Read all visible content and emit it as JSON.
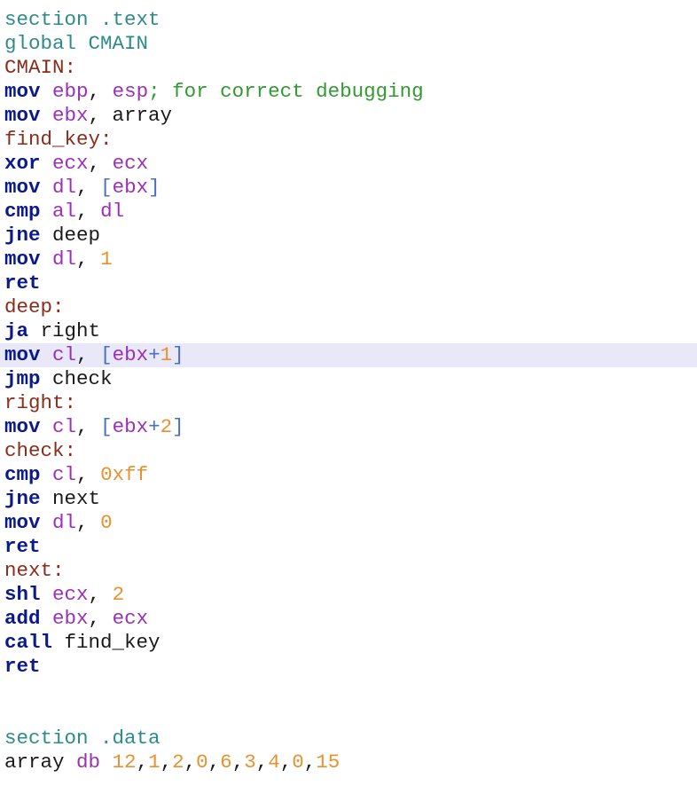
{
  "editor": {
    "current_line_index": 14,
    "colors": {
      "background": "#ffffff",
      "current_line": "#e8e8f8",
      "directive": "#2e8b8b",
      "label": "#8b2b1a",
      "keyword": "#0a1a8c",
      "register": "#9b30b8",
      "memory": "#4a6fc6",
      "number": "#e8912e",
      "comment": "#2f9a2f",
      "plain": "#1a1a1a"
    },
    "lines": [
      [
        {
          "t": "section .text",
          "c": "directive"
        }
      ],
      [
        {
          "t": "global CMAIN",
          "c": "directive"
        }
      ],
      [
        {
          "t": "CMAIN:",
          "c": "label"
        }
      ],
      [
        {
          "t": "mov",
          "c": "keyword"
        },
        {
          "t": " ",
          "c": "plain"
        },
        {
          "t": "ebp",
          "c": "register"
        },
        {
          "t": ", ",
          "c": "plain"
        },
        {
          "t": "esp",
          "c": "register"
        },
        {
          "t": "; for correct debugging",
          "c": "comment"
        }
      ],
      [
        {
          "t": "mov",
          "c": "keyword"
        },
        {
          "t": " ",
          "c": "plain"
        },
        {
          "t": "ebx",
          "c": "register"
        },
        {
          "t": ", array",
          "c": "plain"
        }
      ],
      [
        {
          "t": "find_key:",
          "c": "label"
        }
      ],
      [
        {
          "t": "xor",
          "c": "keyword"
        },
        {
          "t": " ",
          "c": "plain"
        },
        {
          "t": "ecx",
          "c": "register"
        },
        {
          "t": ", ",
          "c": "plain"
        },
        {
          "t": "ecx",
          "c": "register"
        }
      ],
      [
        {
          "t": "mov",
          "c": "keyword"
        },
        {
          "t": " ",
          "c": "plain"
        },
        {
          "t": "dl",
          "c": "register"
        },
        {
          "t": ", ",
          "c": "plain"
        },
        {
          "t": "[",
          "c": "memory"
        },
        {
          "t": "ebx",
          "c": "register"
        },
        {
          "t": "]",
          "c": "memory"
        }
      ],
      [
        {
          "t": "cmp",
          "c": "keyword"
        },
        {
          "t": " ",
          "c": "plain"
        },
        {
          "t": "al",
          "c": "register"
        },
        {
          "t": ", ",
          "c": "plain"
        },
        {
          "t": "dl",
          "c": "register"
        }
      ],
      [
        {
          "t": "jne",
          "c": "keyword"
        },
        {
          "t": " deep",
          "c": "plain"
        }
      ],
      [
        {
          "t": "mov",
          "c": "keyword"
        },
        {
          "t": " ",
          "c": "plain"
        },
        {
          "t": "dl",
          "c": "register"
        },
        {
          "t": ", ",
          "c": "plain"
        },
        {
          "t": "1",
          "c": "number"
        }
      ],
      [
        {
          "t": "ret",
          "c": "keyword"
        }
      ],
      [
        {
          "t": "deep:",
          "c": "label"
        }
      ],
      [
        {
          "t": "ja",
          "c": "keyword"
        },
        {
          "t": " right",
          "c": "plain"
        }
      ],
      [
        {
          "t": "mov",
          "c": "keyword"
        },
        {
          "t": " ",
          "c": "plain"
        },
        {
          "t": "cl",
          "c": "register"
        },
        {
          "t": ", ",
          "c": "plain"
        },
        {
          "t": "[",
          "c": "memory"
        },
        {
          "t": "ebx",
          "c": "register"
        },
        {
          "t": "+",
          "c": "memory"
        },
        {
          "t": "1",
          "c": "number"
        },
        {
          "t": "]",
          "c": "memory"
        }
      ],
      [
        {
          "t": "jmp",
          "c": "keyword"
        },
        {
          "t": " check",
          "c": "plain"
        }
      ],
      [
        {
          "t": "right:",
          "c": "label"
        }
      ],
      [
        {
          "t": "mov",
          "c": "keyword"
        },
        {
          "t": " ",
          "c": "plain"
        },
        {
          "t": "cl",
          "c": "register"
        },
        {
          "t": ", ",
          "c": "plain"
        },
        {
          "t": "[",
          "c": "memory"
        },
        {
          "t": "ebx",
          "c": "register"
        },
        {
          "t": "+",
          "c": "memory"
        },
        {
          "t": "2",
          "c": "number"
        },
        {
          "t": "]",
          "c": "memory"
        }
      ],
      [
        {
          "t": "check:",
          "c": "label"
        }
      ],
      [
        {
          "t": "cmp",
          "c": "keyword"
        },
        {
          "t": " ",
          "c": "plain"
        },
        {
          "t": "cl",
          "c": "register"
        },
        {
          "t": ", ",
          "c": "plain"
        },
        {
          "t": "0xff",
          "c": "number"
        }
      ],
      [
        {
          "t": "jne",
          "c": "keyword"
        },
        {
          "t": " next",
          "c": "plain"
        }
      ],
      [
        {
          "t": "mov",
          "c": "keyword"
        },
        {
          "t": " ",
          "c": "plain"
        },
        {
          "t": "dl",
          "c": "register"
        },
        {
          "t": ", ",
          "c": "plain"
        },
        {
          "t": "0",
          "c": "number"
        }
      ],
      [
        {
          "t": "ret",
          "c": "keyword"
        }
      ],
      [
        {
          "t": "next:",
          "c": "label"
        }
      ],
      [
        {
          "t": "shl",
          "c": "keyword"
        },
        {
          "t": " ",
          "c": "plain"
        },
        {
          "t": "ecx",
          "c": "register"
        },
        {
          "t": ", ",
          "c": "plain"
        },
        {
          "t": "2",
          "c": "number"
        }
      ],
      [
        {
          "t": "add",
          "c": "keyword"
        },
        {
          "t": " ",
          "c": "plain"
        },
        {
          "t": "ebx",
          "c": "register"
        },
        {
          "t": ", ",
          "c": "plain"
        },
        {
          "t": "ecx",
          "c": "register"
        }
      ],
      [
        {
          "t": "call",
          "c": "keyword"
        },
        {
          "t": " find_key",
          "c": "plain"
        }
      ],
      [
        {
          "t": "ret",
          "c": "keyword"
        }
      ],
      [],
      [],
      [
        {
          "t": "section .data",
          "c": "directive"
        }
      ],
      [
        {
          "t": "array ",
          "c": "plain"
        },
        {
          "t": "db",
          "c": "register"
        },
        {
          "t": " ",
          "c": "plain"
        },
        {
          "t": "12",
          "c": "number"
        },
        {
          "t": ",",
          "c": "plain"
        },
        {
          "t": "1",
          "c": "number"
        },
        {
          "t": ",",
          "c": "plain"
        },
        {
          "t": "2",
          "c": "number"
        },
        {
          "t": ",",
          "c": "plain"
        },
        {
          "t": "0",
          "c": "number"
        },
        {
          "t": ",",
          "c": "plain"
        },
        {
          "t": "6",
          "c": "number"
        },
        {
          "t": ",",
          "c": "plain"
        },
        {
          "t": "3",
          "c": "number"
        },
        {
          "t": ",",
          "c": "plain"
        },
        {
          "t": "4",
          "c": "number"
        },
        {
          "t": ",",
          "c": "plain"
        },
        {
          "t": "0",
          "c": "number"
        },
        {
          "t": ",",
          "c": "plain"
        },
        {
          "t": "15",
          "c": "number"
        }
      ]
    ]
  }
}
